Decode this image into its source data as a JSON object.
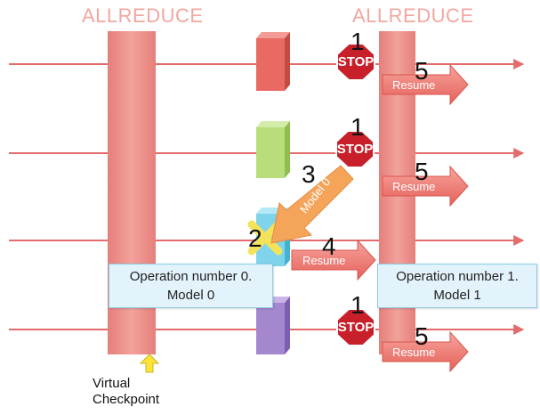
{
  "titles": {
    "left": "ALLREDUCE",
    "right": "ALLREDUCE"
  },
  "steps": {
    "stop_top": "1",
    "stop_mid": "1",
    "stop_bottom": "1",
    "crash": "2",
    "model_transfer": "3",
    "resume_failed": "4",
    "resume_top": "5",
    "resume_mid": "5",
    "resume_bottom": "5"
  },
  "labels": {
    "stop": "STOP",
    "resume": "Resume",
    "model_transfer": "Model 0"
  },
  "boxes": {
    "op0_line1": "Operation number 0.",
    "op0_line2": "Model 0",
    "op1_line1": "Operation number 1.",
    "op1_line2": "Model 1"
  },
  "checkpoint": {
    "line1": "Virtual",
    "line2": "Checkpoint"
  },
  "colors": {
    "title": "#f2a7a1",
    "line": "#e46b6b",
    "bar": "#e98a85",
    "stop_sign": "#c8202a",
    "block_red": "#e96a62",
    "block_green": "#b8dd7a",
    "block_blue": "#7fd3ea",
    "block_purple": "#a487cf",
    "model_arrow": "#f5a55a",
    "checkpoint_arrow": "#ffe33a",
    "crash_x": "#f3e35a"
  },
  "icons": {
    "stop": "stop-sign-icon",
    "crash": "x-mark-icon",
    "checkpoint": "up-arrow-icon"
  }
}
